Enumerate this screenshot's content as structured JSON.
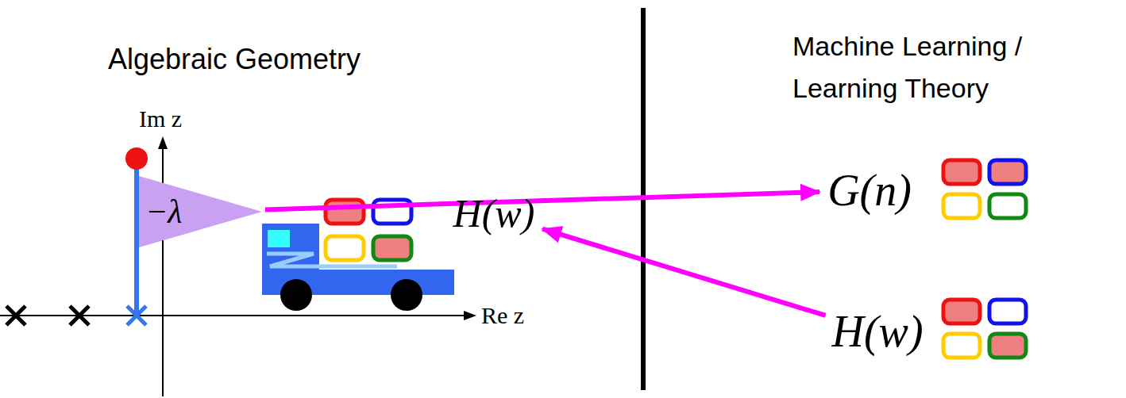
{
  "diagram": {
    "nodes": [
      {
        "text": [
          "−λ"
        ]
      },
      {
        "text": [
          "G(n)"
        ]
      },
      {
        "text": [
          "H(w)"
        ]
      },
      {
        "text": [
          "H(w)"
        ]
      }
    ],
    "edges": [
      {
        "from": 0,
        "to": 1,
        "arrow": "to"
      },
      {
        "from": 3,
        "to": 2,
        "arrow": "to"
      }
    ],
    "labels": [
      "Algebraic Geometry",
      "Machine Learning / Learning Theory",
      "Im z",
      "Re z"
    ]
  }
}
